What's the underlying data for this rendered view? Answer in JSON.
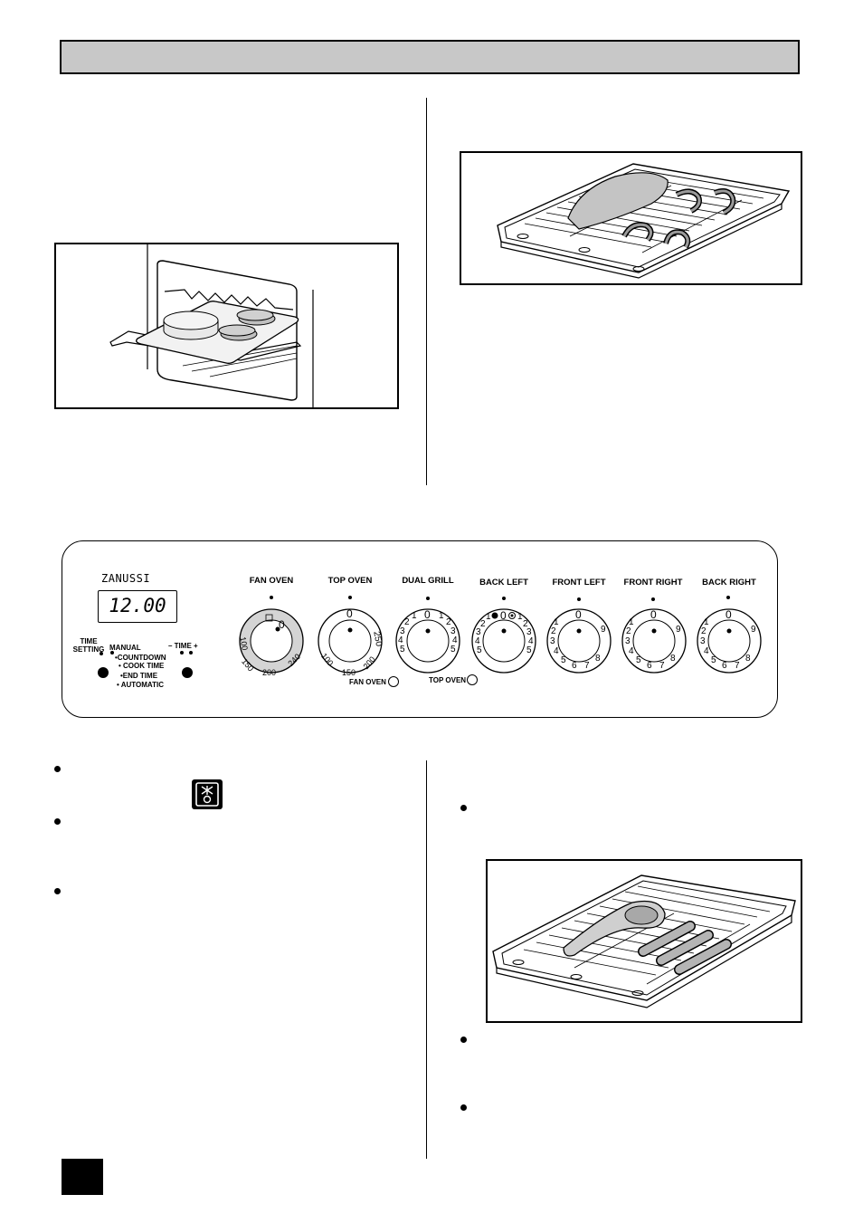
{
  "brand": "ZANUSSI",
  "timer": {
    "display": "12.00",
    "time_setting": [
      "TIME",
      "SETTING"
    ],
    "time_adjust": "– TIME +",
    "modes": {
      "manual": "MANUAL",
      "countdown": "•COUNTDOWN",
      "cook_time": "• COOK TIME",
      "end_time": "•END TIME",
      "automatic": "• AUTOMATIC"
    }
  },
  "knobs": [
    {
      "label": "FAN OVEN",
      "marks": [
        "0",
        "240",
        "200",
        "150",
        "100"
      ]
    },
    {
      "label": "TOP OVEN",
      "marks": [
        "0",
        "250",
        "200",
        "150",
        "100"
      ]
    },
    {
      "label": "DUAL GRILL",
      "marks": [
        "0",
        "1",
        "2",
        "3",
        "4",
        "5",
        "1",
        "2",
        "3",
        "4",
        "5"
      ]
    },
    {
      "label": "BACK LEFT",
      "marks": [
        "0",
        "1",
        "2",
        "3",
        "4",
        "5",
        "1",
        "2",
        "3",
        "4",
        "5"
      ]
    },
    {
      "label": "FRONT LEFT",
      "marks": [
        "0",
        "1",
        "2",
        "3",
        "4",
        "5",
        "6",
        "7",
        "8",
        "9"
      ]
    },
    {
      "label": "FRONT RIGHT",
      "marks": [
        "0",
        "1",
        "2",
        "3",
        "4",
        "5",
        "6",
        "7",
        "8",
        "9"
      ]
    },
    {
      "label": "BACK RIGHT",
      "marks": [
        "0",
        "1",
        "2",
        "3",
        "4",
        "5",
        "6",
        "7",
        "8",
        "9"
      ]
    }
  ],
  "indicators": {
    "fan_oven": "FAN OVEN",
    "top_oven": "TOP OVEN"
  },
  "colors": {
    "header_fill": "#c8c8c8",
    "ink": "#000000",
    "paper": "#ffffff"
  },
  "icons": [
    "oven-symbol-icon"
  ]
}
